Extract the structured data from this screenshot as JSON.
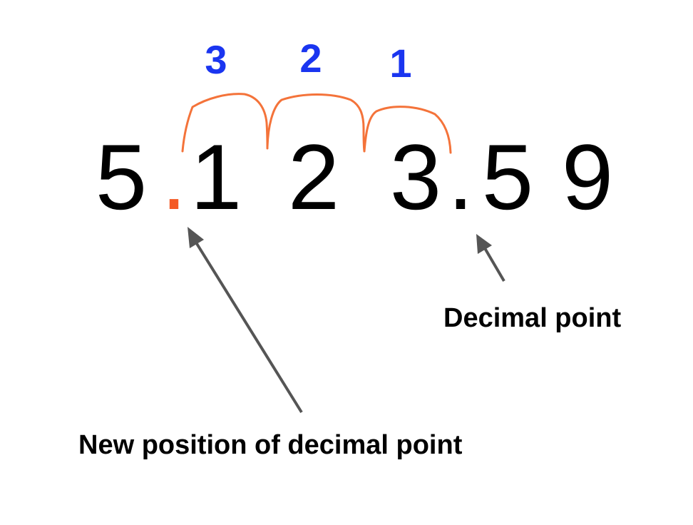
{
  "colors": {
    "step": "#1a35f0",
    "hop": "#f4733a",
    "new_point": "#f45a25",
    "digit": "#000000",
    "arrow": "#555555",
    "caption": "#000000"
  },
  "steps": [
    "3",
    "2",
    "1"
  ],
  "number": {
    "before": [
      "5"
    ],
    "new_point": ".",
    "middle": [
      "1",
      "2",
      "3"
    ],
    "old_point": ".",
    "after": [
      "5",
      "9"
    ]
  },
  "labels": {
    "old_point": "Decimal point",
    "new_point": "New position of decimal point"
  }
}
